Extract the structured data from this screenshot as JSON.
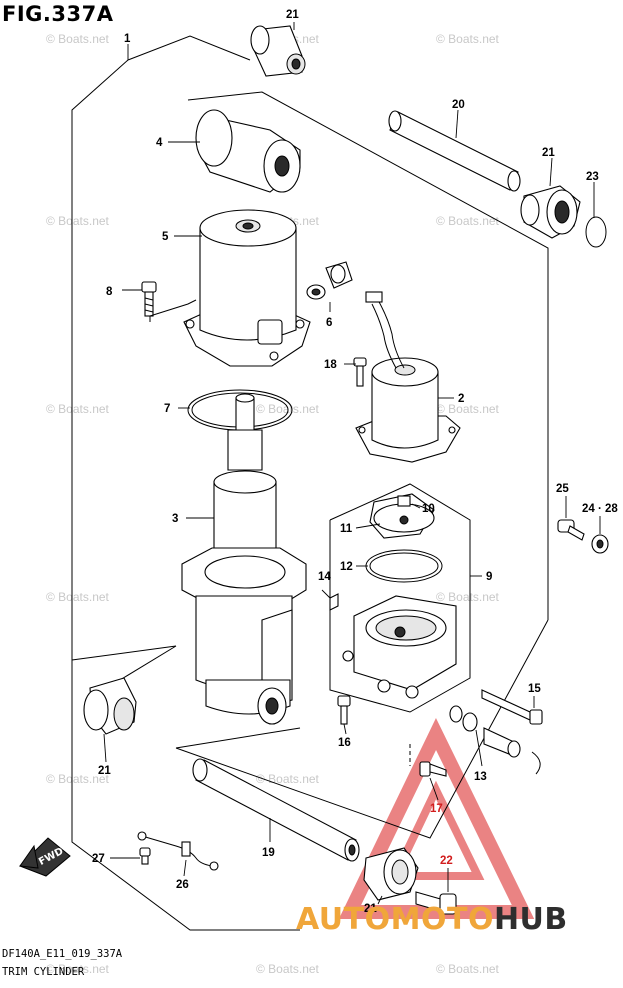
{
  "figure": {
    "title": "FIG.337A",
    "drawing_code": "DF140A_E11_019_337A",
    "name": "TRIM CYLINDER"
  },
  "watermark_text": "© Boats.net",
  "logo_text": {
    "left": "AUTOMOTO",
    "right": "HUB"
  },
  "fwd_label": "FWD",
  "callouts": {
    "c1": "1",
    "c2": "2",
    "c3": "3",
    "c4": "4",
    "c5": "5",
    "c6": "6",
    "c7": "7",
    "c8": "8",
    "c9": "9",
    "c10": "10",
    "c11": "11",
    "c12": "12",
    "c13": "13",
    "c14": "14",
    "c15": "15",
    "c16": "16",
    "c17": "17",
    "c18": "18",
    "c19": "19",
    "c20": "20",
    "c21a": "21",
    "c21b": "21",
    "c21c": "21",
    "c21d": "21",
    "c22": "22",
    "c23": "23",
    "c24_28": "24 · 28",
    "c25": "25",
    "c26": "26",
    "c27": "27"
  },
  "colors": {
    "line": "#000000",
    "watermark": "#c8c8c8",
    "logo_triangle": "#e35a5a",
    "logo_orange": "#f0a63a",
    "logo_dark": "#2e2e2e",
    "callout_red": "#d21d1d"
  }
}
